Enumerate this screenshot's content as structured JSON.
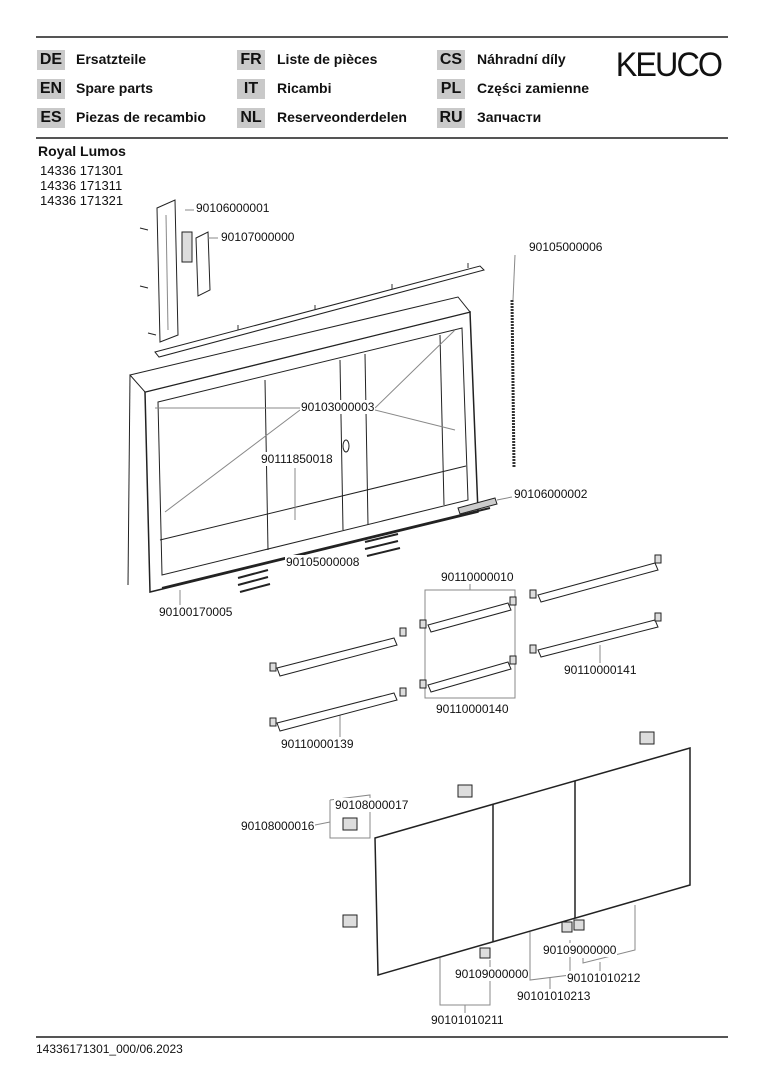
{
  "header": {
    "languages": [
      {
        "code": "DE",
        "label": "Ersatzteile"
      },
      {
        "code": "EN",
        "label": "Spare parts"
      },
      {
        "code": "ES",
        "label": "Piezas de recambio"
      },
      {
        "code": "FR",
        "label": "Liste de pièces"
      },
      {
        "code": "IT",
        "label": "Ricambi"
      },
      {
        "code": "NL",
        "label": "Reserveonderdelen"
      },
      {
        "code": "CS",
        "label": "Náhradní díly"
      },
      {
        "code": "PL",
        "label": "Części zamienne"
      },
      {
        "code": "RU",
        "label": "Запчасти"
      }
    ],
    "brand": "KEUCO"
  },
  "product": {
    "name": "Royal Lumos",
    "articles": [
      "14336 171301",
      "14336 171311",
      "14336 171321"
    ]
  },
  "parts": [
    "90106000001",
    "90107000000",
    "90105000006",
    "90103000003",
    "90111850018",
    "90106000002",
    "90105000008",
    "90100170005",
    "90110000010",
    "90110000141",
    "90110000140",
    "90110000139",
    "90108000017",
    "90108000016",
    "90109000000",
    "90109000000",
    "90101010212",
    "90101010213",
    "90101010211"
  ],
  "footer": "14336171301_000/06.2023"
}
